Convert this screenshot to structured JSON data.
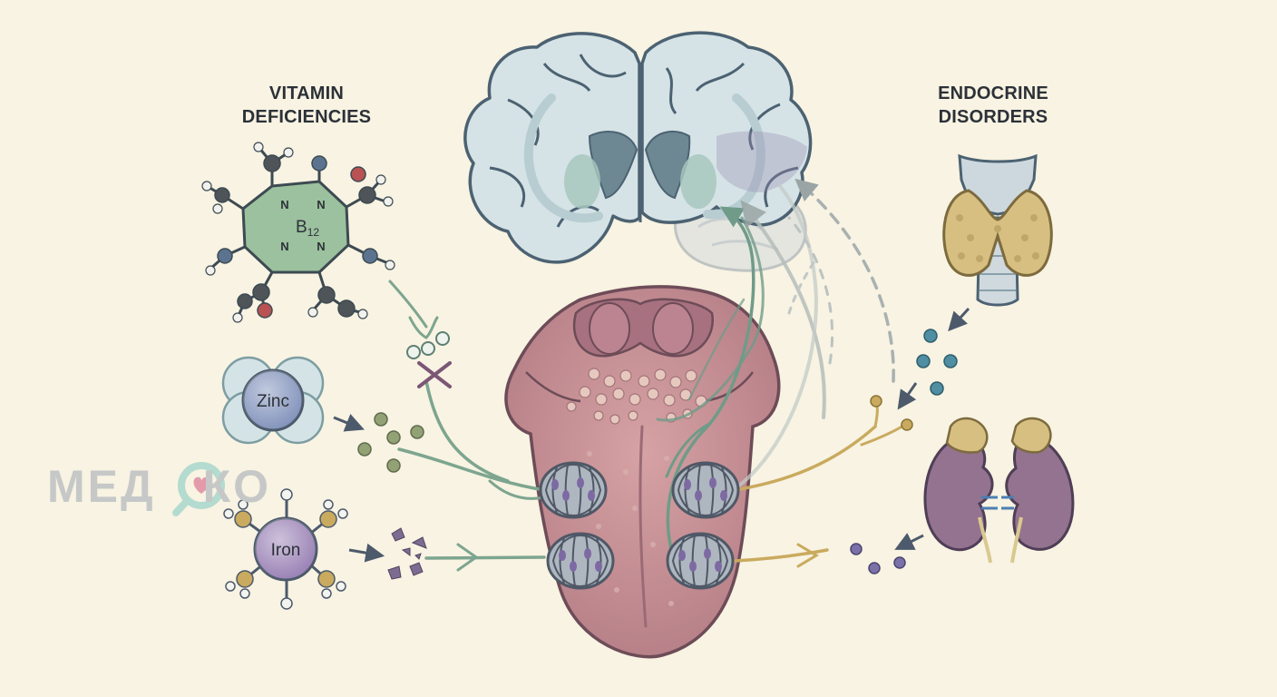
{
  "headings": {
    "left": {
      "line1": "VITAMIN",
      "line2": "DEFICIENCIES"
    },
    "right": {
      "line1": "ENDOCRINE",
      "line2": "DISORDERS"
    }
  },
  "nutrients": {
    "b12": {
      "base": "B",
      "subscript": "12"
    },
    "zinc": "Zinc",
    "iron": "Iron"
  },
  "molecule_atoms": {
    "nitrogen": "N"
  },
  "watermark": {
    "before": "МЕД",
    "after": "КО"
  },
  "colors": {
    "background": "#f8f3e2",
    "brain": "#d5e3e6",
    "tongue": "#c48d92",
    "nerve": "#7da58f",
    "hormone": "#c9aa5e",
    "b12": "#9cc19e",
    "zinc": "#8394bc",
    "iron": "#9b83b6",
    "kidney": "#93738f",
    "thyroid": "#d7bf82"
  },
  "icons": [
    "b12-molecule-icon",
    "zinc-atom-icon",
    "iron-atom-icon",
    "brain-icon",
    "tongue-icon",
    "thyroid-icon",
    "kidneys-icon",
    "taste-bud-icon",
    "heart-pin-icon"
  ]
}
